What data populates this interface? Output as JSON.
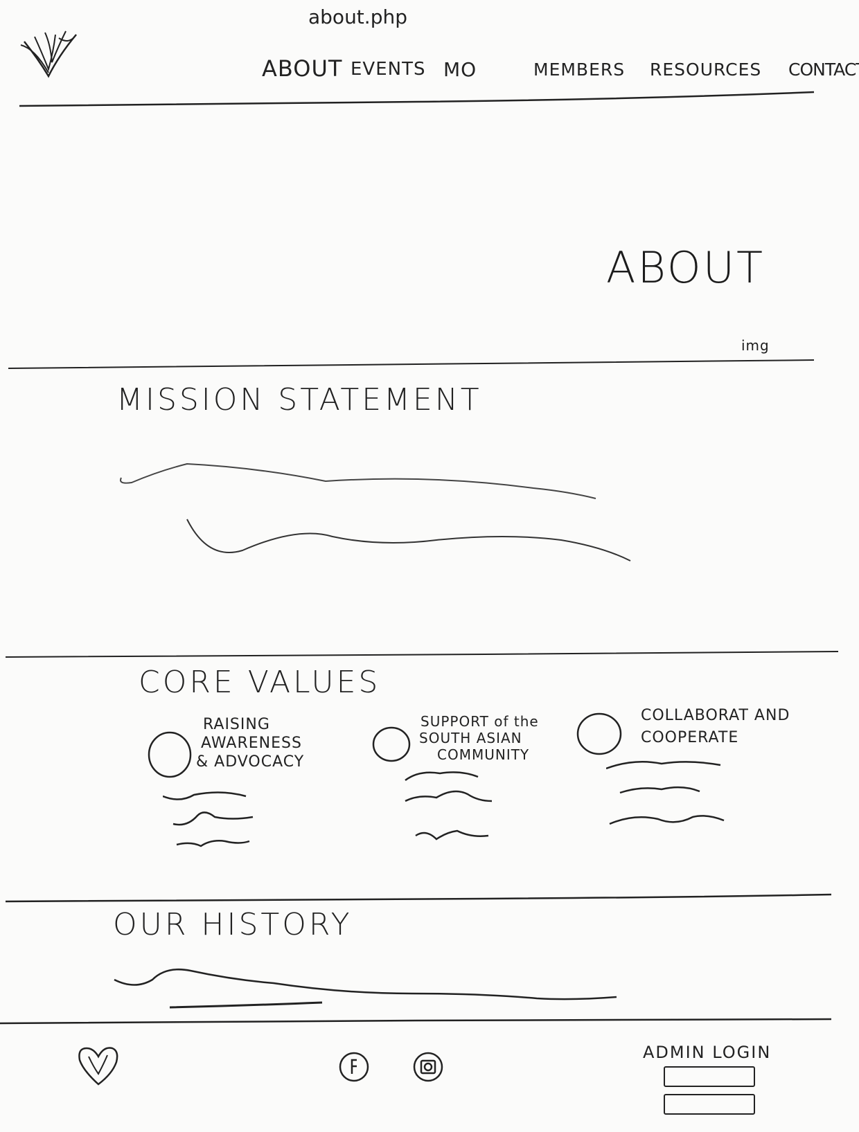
{
  "page": {
    "filename": "about.php"
  },
  "nav": {
    "items": [
      {
        "label": "ABOUT",
        "active": true
      },
      {
        "label": "EVENTS",
        "active": false
      },
      {
        "label": "MO",
        "active": false
      },
      {
        "label": "MEMBERS",
        "active": false
      },
      {
        "label": "RESOURCES",
        "active": false
      },
      {
        "label": "CONTACT",
        "active": false
      }
    ]
  },
  "hero": {
    "title": "ABOUT",
    "image_label": "img"
  },
  "mission": {
    "title": "MISSION STATEMENT"
  },
  "core_values": {
    "title": "CORE VALUES",
    "items": [
      {
        "lines": [
          "RAISING",
          "AWARENESS",
          "& ADVOCACY"
        ]
      },
      {
        "lines": [
          "SUPPORT of the",
          "SOUTH ASIAN",
          "COMMUNITY"
        ]
      },
      {
        "lines": [
          "COLLABORAT AND",
          "COOPERATE"
        ]
      }
    ]
  },
  "history": {
    "title": "OUR HISTORY"
  },
  "footer": {
    "facebook_icon": "facebook-icon",
    "instagram_icon": "instagram-icon",
    "admin_login_label": "ADMIN LOGIN"
  },
  "colors": {
    "ink": "#222222",
    "paper": "#fbfbfa"
  }
}
